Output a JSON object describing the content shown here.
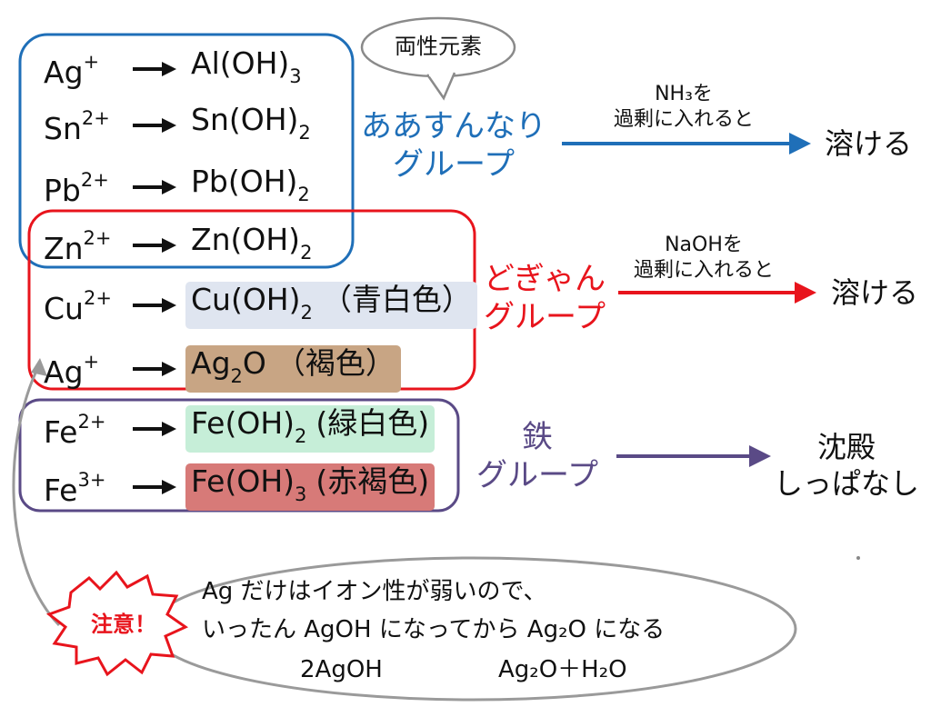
{
  "bubble": {
    "label": "両性元素"
  },
  "rows": [
    {
      "ion": "Ag",
      "charge": "+",
      "product": "Al(OH)",
      "sub": "3",
      "note": ""
    },
    {
      "ion": "Sn",
      "charge": "2+",
      "product": "Sn(OH)",
      "sub": "2",
      "note": ""
    },
    {
      "ion": "Pb",
      "charge": "2+",
      "product": "Pb(OH)",
      "sub": "2",
      "note": ""
    },
    {
      "ion": "Zn",
      "charge": "2+",
      "product": "Zn(OH)",
      "sub": "2",
      "note": ""
    },
    {
      "ion": "Cu",
      "charge": "2+",
      "product": "Cu(OH)",
      "sub": "2",
      "note": "（青白色）"
    },
    {
      "ion": "Ag",
      "charge": "+",
      "product": "Ag",
      "sub": "2",
      "post": "O",
      "note": "（褐色）"
    },
    {
      "ion": "Fe",
      "charge": "2+",
      "product": "Fe(OH)",
      "sub": "2",
      "note": "(緑白色)"
    },
    {
      "ion": "Fe",
      "charge": "3+",
      "product": "Fe(OH)",
      "sub": "3",
      "note": "(赤褐色)"
    }
  ],
  "groups": {
    "blue": {
      "line1": "ああすんなり",
      "line2": "グループ",
      "reagent_formula": "NH₃を",
      "reagent_action": "過剰に入れると",
      "result": "溶ける"
    },
    "red": {
      "line1": "どぎゃん",
      "line2": "グループ",
      "reagent_formula": "NaOHを",
      "reagent_action": "過剰に入れると",
      "result": "溶ける"
    },
    "purple": {
      "line1": "鉄",
      "line2": "グループ",
      "result_line1": "沈殿",
      "result_line2": "しっぱなし"
    }
  },
  "caution": {
    "badge": "注意！",
    "line1": "Ag だけはイオン性が弱いので、",
    "line2": "いったん AgOH になってから Ag₂O になる",
    "eq_left": "2AgOH",
    "eq_right": "Ag₂O＋H₂O"
  },
  "colors": {
    "blue": "#1f6fb8",
    "red": "#e8141c",
    "purple": "#5a4a86",
    "cu_fill": "#dfe5f0",
    "ag_fill": "#c8a584",
    "fe2_fill": "#c6eed8",
    "fe3_fill": "#d77a78"
  }
}
